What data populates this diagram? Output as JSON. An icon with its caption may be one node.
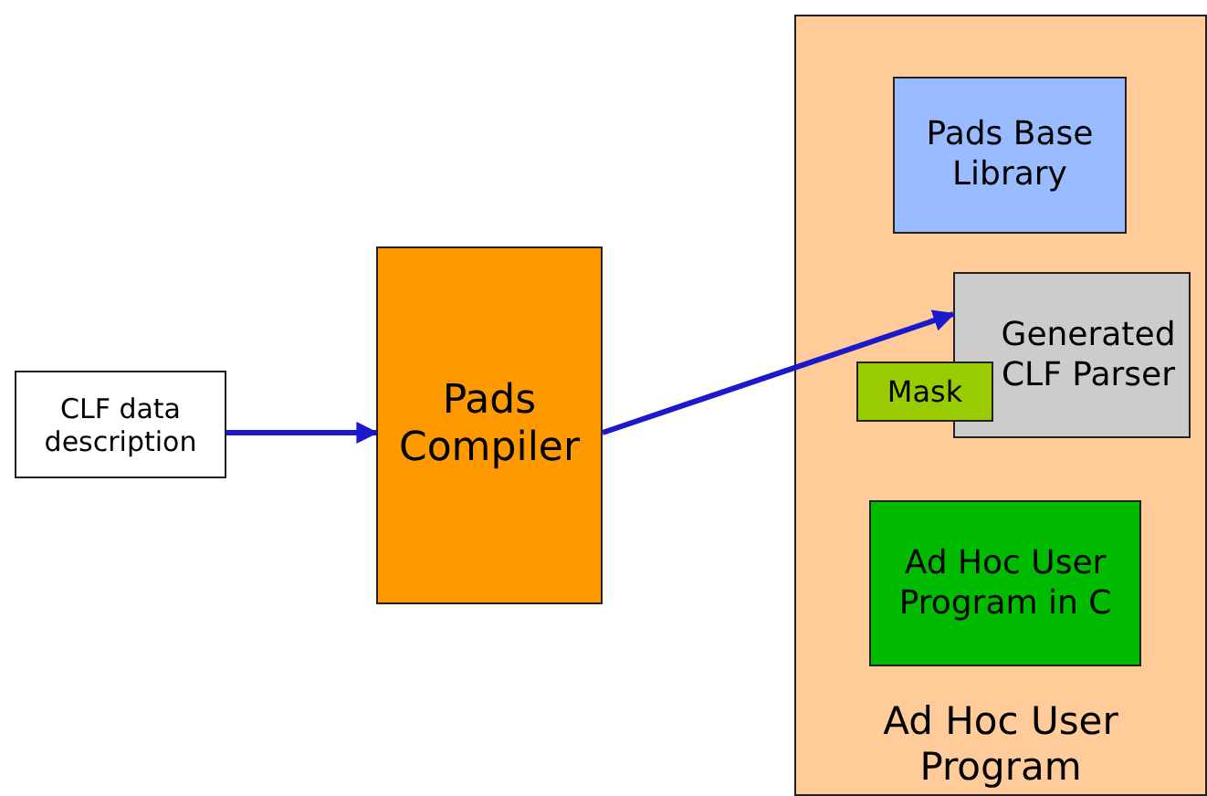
{
  "diagram": {
    "nodes": [
      {
        "text": [
          "CLF data description"
        ]
      },
      {
        "text": [
          "Pads Compiler"
        ]
      },
      {
        "text": [
          "Ad Hoc User Program"
        ]
      },
      {
        "text": [
          "Pads Base Library"
        ],
        "in": 2
      },
      {
        "text": [
          "Generated CLF Parser"
        ],
        "in": 2
      },
      {
        "text": [
          "Mask"
        ],
        "in": 2
      },
      {
        "text": [
          "Ad Hoc User Program in C"
        ],
        "in": 2
      }
    ],
    "edges": [
      {
        "from": 0,
        "to": 1,
        "arrow": "to"
      },
      {
        "from": 1,
        "to": 4,
        "arrow": "to"
      }
    ]
  }
}
